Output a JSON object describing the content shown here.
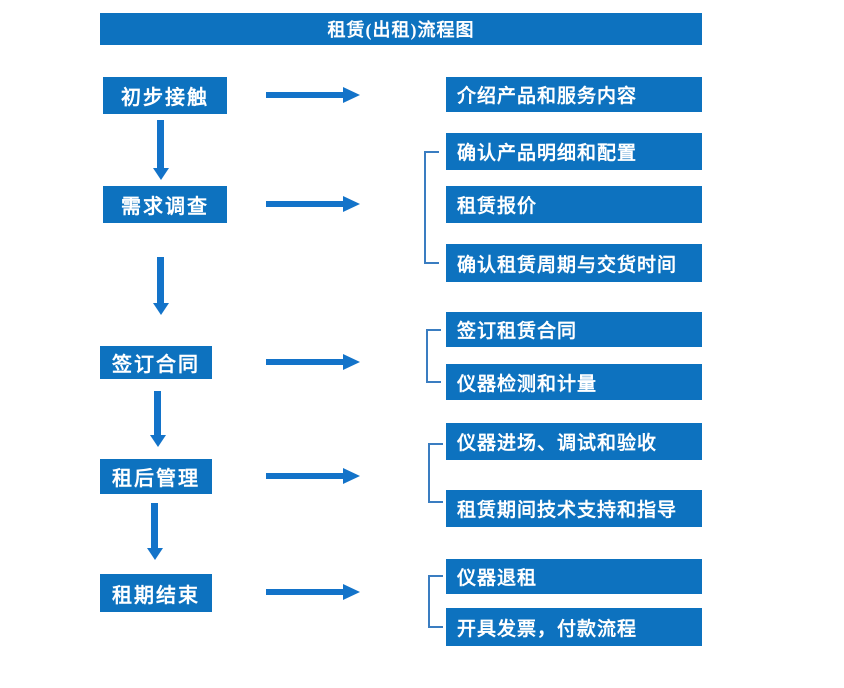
{
  "title": "租赁(出租)流程图",
  "colors": {
    "box_blue": "#0d72bf",
    "arrow_blue": "#1373c9",
    "bracket_blue": "#3a7dc1",
    "text_white": "#ffffff",
    "background": "#ffffff"
  },
  "steps": [
    {
      "label": "初步接触",
      "details": [
        "介绍产品和服务内容"
      ]
    },
    {
      "label": "需求调查",
      "details": [
        "确认产品明细和配置",
        "租赁报价",
        "确认租赁周期与交货时间"
      ]
    },
    {
      "label": "签订合同",
      "details": [
        "签订租赁合同",
        "仪器检测和计量"
      ]
    },
    {
      "label": "租后管理",
      "details": [
        "仪器进场、调试和验收",
        "租赁期间技术支持和指导"
      ]
    },
    {
      "label": "租期结束",
      "details": [
        "仪器退租",
        "开具发票，付款流程"
      ]
    }
  ]
}
